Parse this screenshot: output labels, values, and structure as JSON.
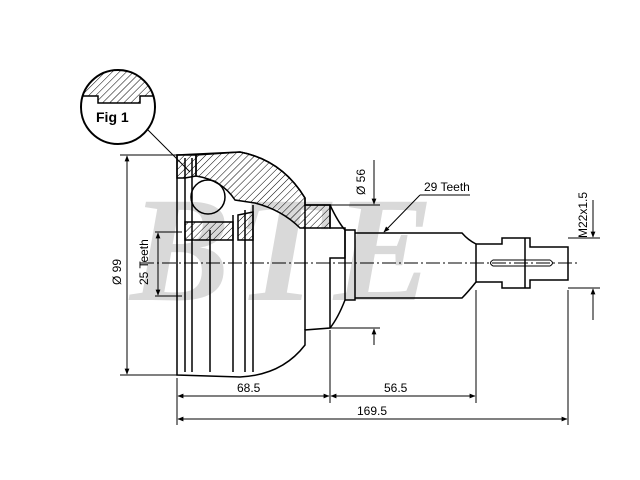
{
  "watermark": {
    "text": "BTE"
  },
  "figure": {
    "label": "Fig 1"
  },
  "dimensions": {
    "outer_diameter": "Ø 99",
    "housing_teeth": "25 Teeth",
    "stem_diameter": "Ø 56",
    "shaft_teeth": "29 Teeth",
    "thread": "M22x1.5",
    "housing_length": "68.5",
    "shaft_length": "56.5",
    "total_length": "169.5"
  },
  "colors": {
    "line": "#000000",
    "hatch": "#000000",
    "watermark": "#d9d9d9"
  }
}
